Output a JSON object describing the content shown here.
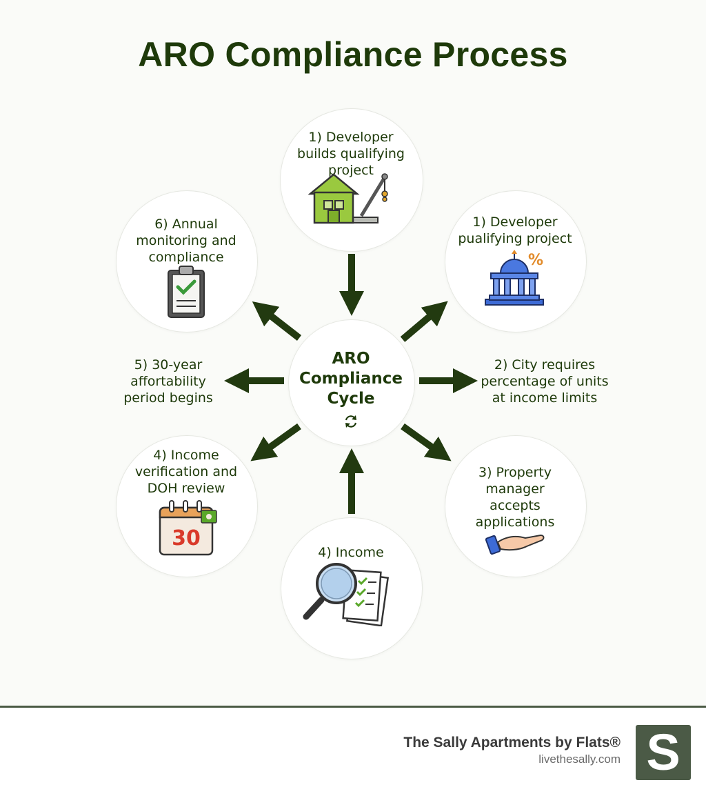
{
  "title": "ARO Compliance Process",
  "center": {
    "label": "ARO Compliance Cycle",
    "icon": "refresh-cycle-icon"
  },
  "steps": [
    {
      "label": "1) Developer builds qualifying project",
      "icon": "house-crane-icon"
    },
    {
      "label": "1) Developer pualifying project",
      "icon": "bank-building-percent-icon"
    },
    {
      "label": "2) City requires percentage of units at income limits"
    },
    {
      "label": "3) Property manager accepts applications",
      "icon": "open-hand-icon"
    },
    {
      "label": "4) Income",
      "icon": "magnifier-checklist-icon"
    },
    {
      "label": "4) Income verification and DOH review",
      "icon": "calendar-30-icon"
    },
    {
      "label": "5) 30-year affortability period begins"
    },
    {
      "label": "6) Annual monitoring and compliance",
      "icon": "clipboard-check-icon"
    }
  ],
  "calendar_number": "30",
  "footer": {
    "brand": "The Sally Apartments by Flats®",
    "url": "livethesally.com",
    "logo_letter": "S"
  },
  "colors": {
    "title": "#1e3a0a",
    "arrow": "#223a10",
    "footer_line": "#4a5a44",
    "logo_bg": "#4b5a46"
  }
}
